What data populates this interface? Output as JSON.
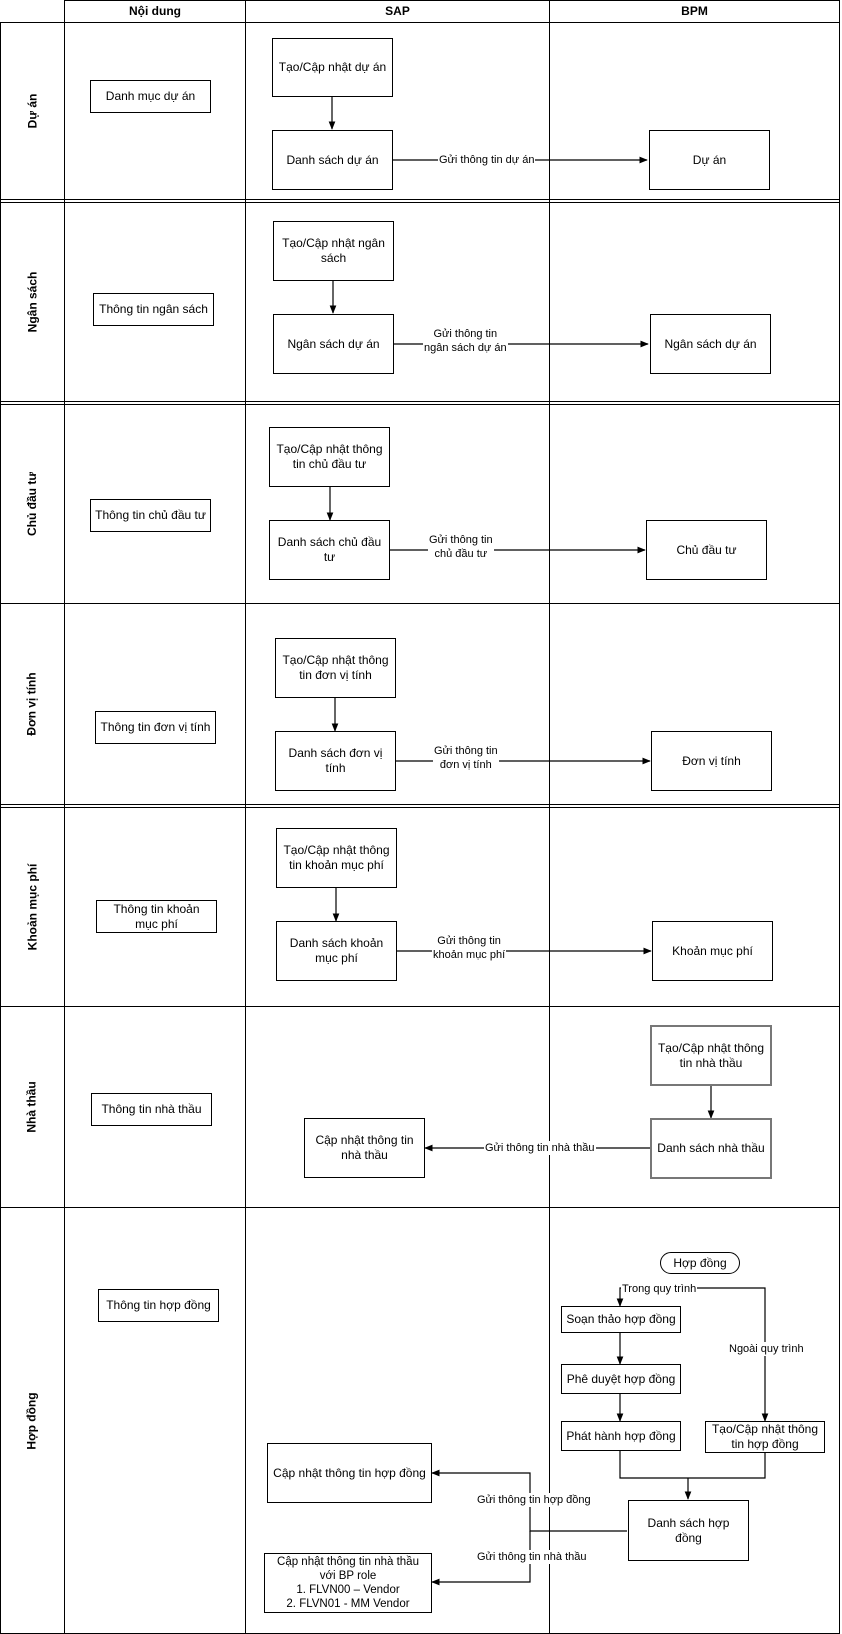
{
  "headers": {
    "content": "Nội dung",
    "sap": "SAP",
    "bpm": "BPM"
  },
  "lanes": {
    "du_an": {
      "label": "Dự án",
      "content": "Danh mục dự án",
      "sap_create": "Tạo/Cập nhật dự án",
      "sap_list": "Danh sách dự án",
      "send": "Gửi thông tin dự án",
      "bpm": "Dự án"
    },
    "ngan_sach": {
      "label": "Ngân sách",
      "content": "Thông tin ngân sách",
      "sap_create": "Tạo/Cập nhật ngân sách",
      "sap_list": "Ngân sách dự án",
      "send": "Gửi thông tin\nngân sách dự án",
      "bpm": "Ngân sách dự án"
    },
    "chu_dau_tu": {
      "label": "Chủ đầu tư",
      "content": "Thông tin chủ đầu tư",
      "sap_create": "Tạo/Cập nhật thông tin chủ đầu tư",
      "sap_list": "Danh sách chủ đầu tư",
      "send": "Gửi thông tin\nchủ đầu tư",
      "bpm": "Chủ đầu tư"
    },
    "don_vi_tinh": {
      "label": "Đơn vị tính",
      "content": "Thông tin đơn vị tính",
      "sap_create": "Tạo/Cập nhật thông tin đơn vị tính",
      "sap_list": "Danh sách đơn vị tính",
      "send": "Gửi thông tin\nđơn vị tính",
      "bpm": "Đơn vị tính"
    },
    "khoan_muc_phi": {
      "label": "Khoản mục phí",
      "content": "Thông tin khoản mục phí",
      "sap_create": "Tạo/Cập nhật thông tin khoản mục phí",
      "sap_list": "Danh sách khoản mục phí",
      "send": "Gửi thông tin\nkhoản mục phí",
      "bpm": "Khoản mục phí"
    },
    "nha_thau": {
      "label": "Nhà thầu",
      "content": "Thông tin nhà thầu",
      "bpm_create": "Tạo/Cập nhật thông tin nhà thầu",
      "bpm_list": "Danh sách nhà thầu",
      "send": "Gửi thông tin nhà thầu",
      "sap": "Cập nhật thông tin nhà thầu"
    },
    "hop_dong": {
      "label": "Hợp đồng",
      "content": "Thông tin hợp đồng",
      "start": "Hợp đồng",
      "in_process": "Trong quy trình",
      "out_process": "Ngoài quy trình",
      "draft": "Soạn thảo hợp đồng",
      "approve": "Phê duyệt hợp đồng",
      "issue": "Phát hành hợp đồng",
      "manual": "Tạo/Cập nhật thông tin hợp đồng",
      "list": "Danh sách hợp đồng",
      "send_contract": "Gửi thông tin hợp đồng",
      "send_vendor": "Gửi thông tin nhà thầu",
      "sap_contract": "Cập nhật thông tin hợp đồng",
      "sap_vendor": "Cập nhật thông tin nhà thầu\nvới BP role\n1. FLVN00 – Vendor\n2. FLVN01 - MM Vendor"
    }
  }
}
